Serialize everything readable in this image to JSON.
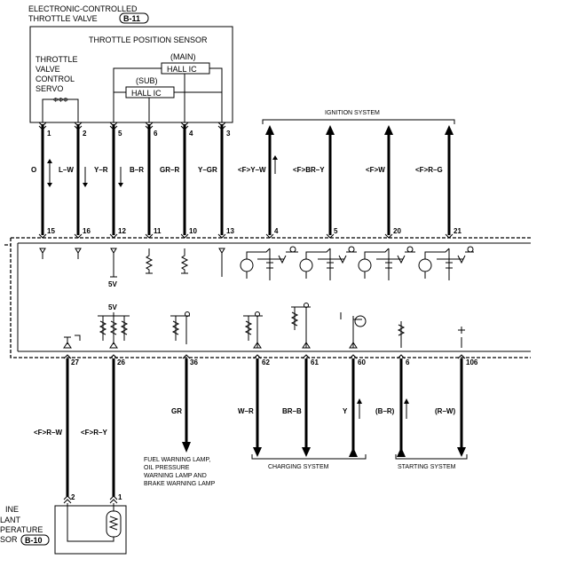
{
  "header": {
    "title_line1": "ELECTRONIC-CONTROLLED",
    "title_line2": "THROTTLE VALVE",
    "connector": "B-11"
  },
  "throttle": {
    "sensor_title": "THROTTLE POSITION SENSOR",
    "servo_label": [
      "THROTTLE",
      "VALVE",
      "CONTROL",
      "SERVO"
    ],
    "main_label": "(MAIN)",
    "sub_label": "(SUB)",
    "hall_ic": "HALL IC",
    "motor_label": "ΦΦΦ"
  },
  "ignition_label": "IGNITION SYSTEM",
  "charging_label": "CHARGING SYSTEM",
  "starting_label": "STARTING SYSTEM",
  "fuel_warning": [
    "FUEL WARNING LAMP,",
    "OIL PRESSURE",
    "WARNING LAMP AND",
    "BRAKE WARNING LAMP"
  ],
  "top_wires": [
    {
      "pin_top": "1",
      "color": "O",
      "pin_ecu": "15"
    },
    {
      "pin_top": "2",
      "color": "L–W",
      "pin_ecu": "16"
    },
    {
      "pin_top": "5",
      "color": "Y–R",
      "pin_ecu": "12"
    },
    {
      "pin_top": "6",
      "color": "B–R",
      "pin_ecu": "11"
    },
    {
      "pin_top": "4",
      "color": "GR–R",
      "pin_ecu": "10"
    },
    {
      "pin_top": "3",
      "color": "Y–GR",
      "pin_ecu": "13"
    },
    {
      "color": "<F>Y–W",
      "pin_ecu": "4"
    },
    {
      "color": "<F>BR–Y",
      "pin_ecu": "5"
    },
    {
      "color": "<F>W",
      "pin_ecu": "20"
    },
    {
      "color": "<F>R–G",
      "pin_ecu": "21"
    }
  ],
  "ecu": {
    "supply_5v_low": "5V",
    "supply_5v_mid": "5V"
  },
  "bottom_wires": [
    {
      "pin_ecu": "27",
      "color": "<F>R–W",
      "pin_sensor": "2"
    },
    {
      "pin_ecu": "26",
      "color": "<F>R–Y",
      "pin_sensor": "1"
    },
    {
      "pin_ecu": "36",
      "color": "GR"
    },
    {
      "pin_ecu": "62",
      "color": "W–R"
    },
    {
      "pin_ecu": "61",
      "color": "BR–B"
    },
    {
      "pin_ecu": "60",
      "color": "Y"
    },
    {
      "pin_ecu": "6",
      "color": "(B–R)"
    },
    {
      "pin_ecu": "106",
      "color": "(R–W)"
    }
  ],
  "coolant_sensor": {
    "label": [
      "INE",
      "LANT",
      "PERATURE",
      "SOR"
    ],
    "connector": "B-10"
  }
}
